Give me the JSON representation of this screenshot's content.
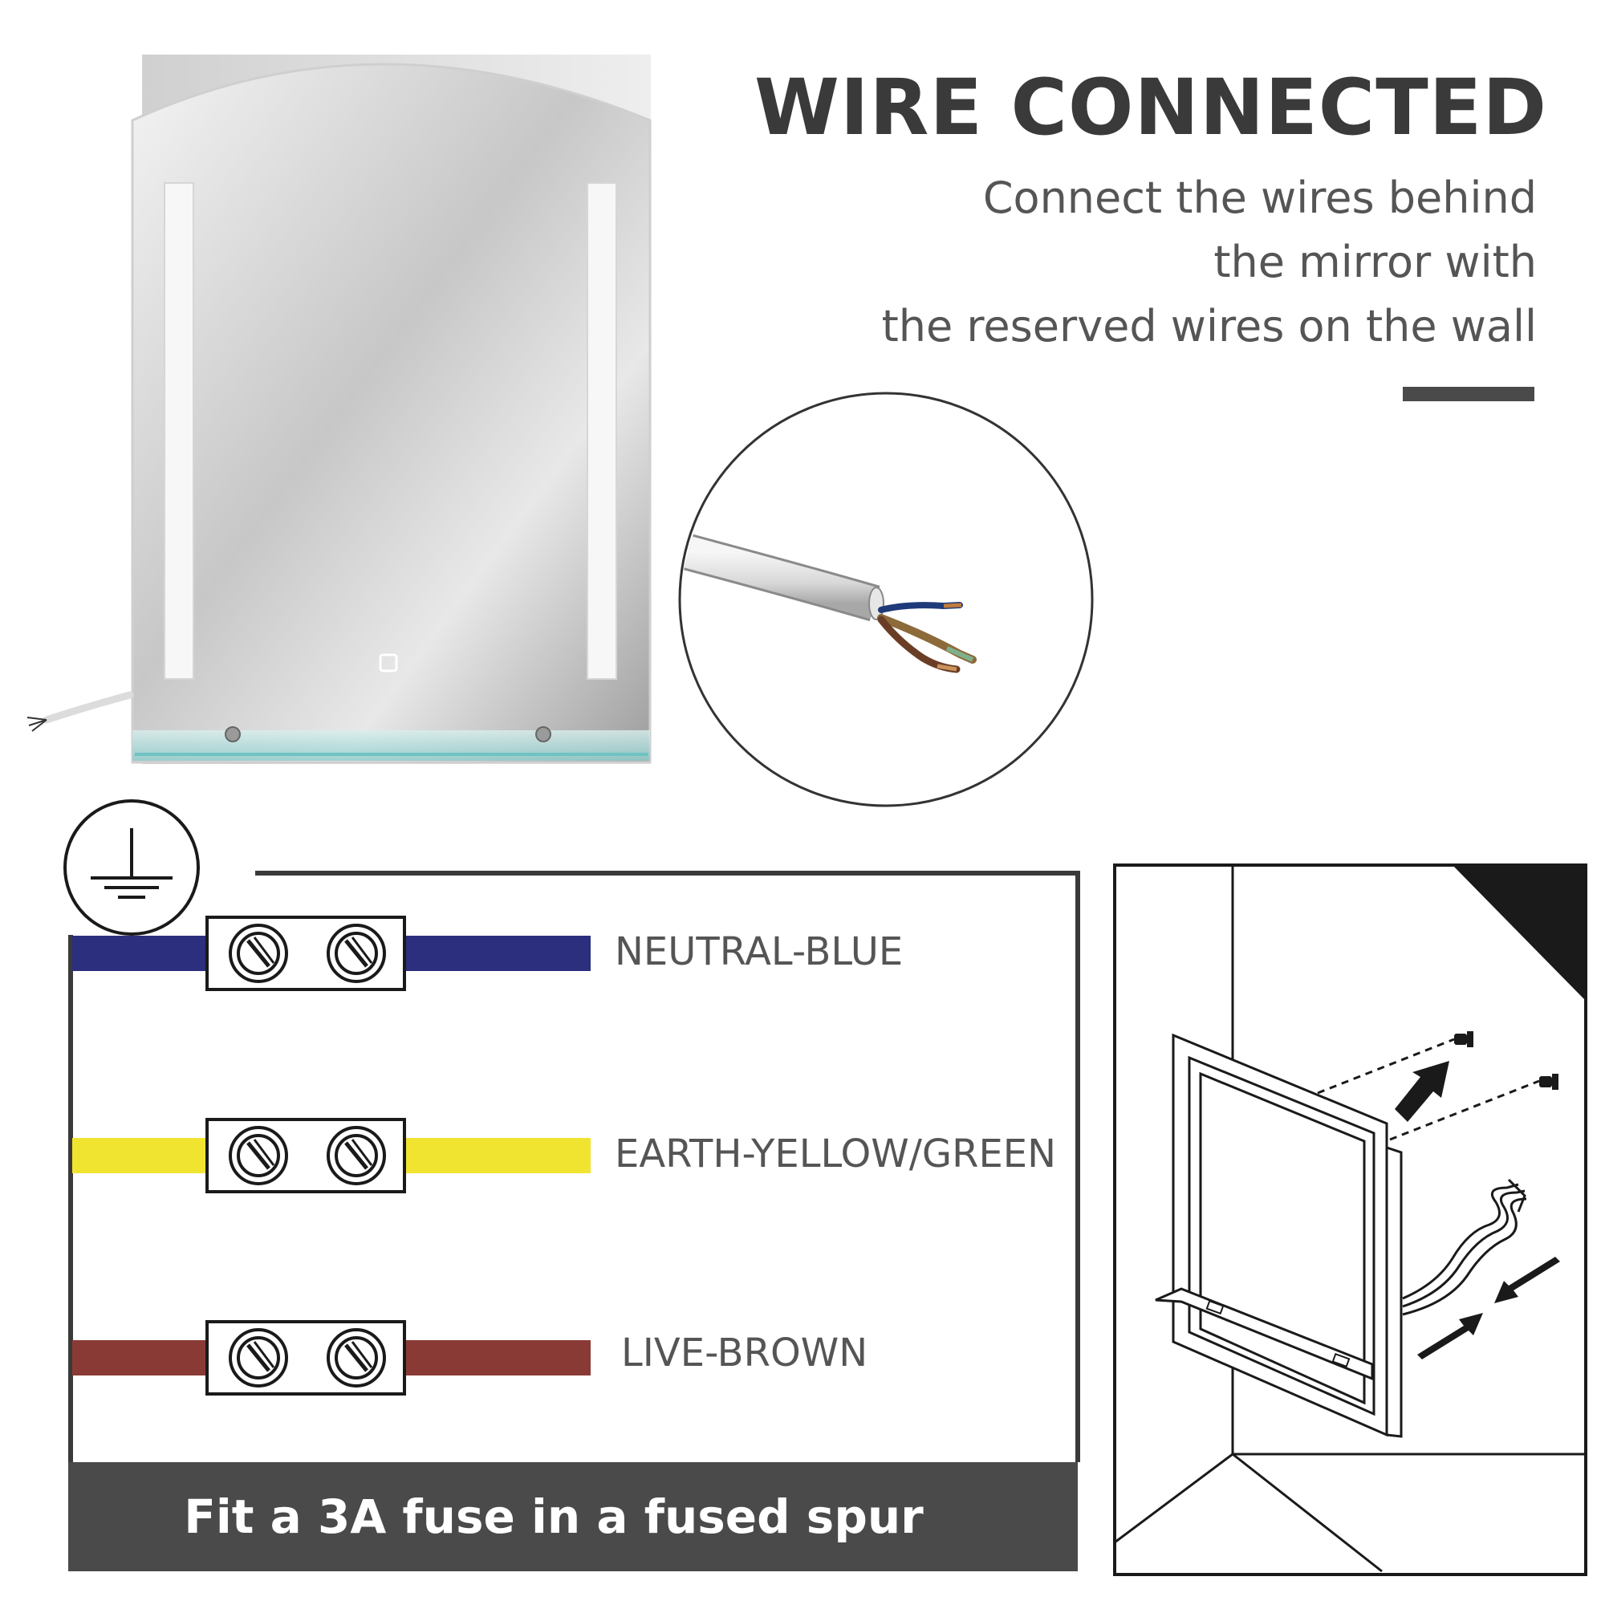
{
  "heading": {
    "title": "WIRE CONNECTED",
    "subtitle_lines": [
      "Connect the wires behind",
      "the mirror with",
      "the reserved wires on the wall"
    ]
  },
  "wiring": {
    "terminals": [
      {
        "label": "NEUTRAL-BLUE",
        "color": "#2b2f7e"
      },
      {
        "label": "EARTH-YELLOW/GREEN",
        "color": "#f1e431"
      },
      {
        "label": "LIVE-BROWN",
        "color": "#8a3a35"
      }
    ],
    "fuse_note": "Fit a 3A fuse in a fused spur"
  },
  "icons": [
    "earth-ground-icon",
    "screw-icon",
    "arrow-icon"
  ],
  "colors": {
    "heading_text": "#3a3a3a",
    "banner_background": "#4a4a4a",
    "outline": "#222222"
  }
}
